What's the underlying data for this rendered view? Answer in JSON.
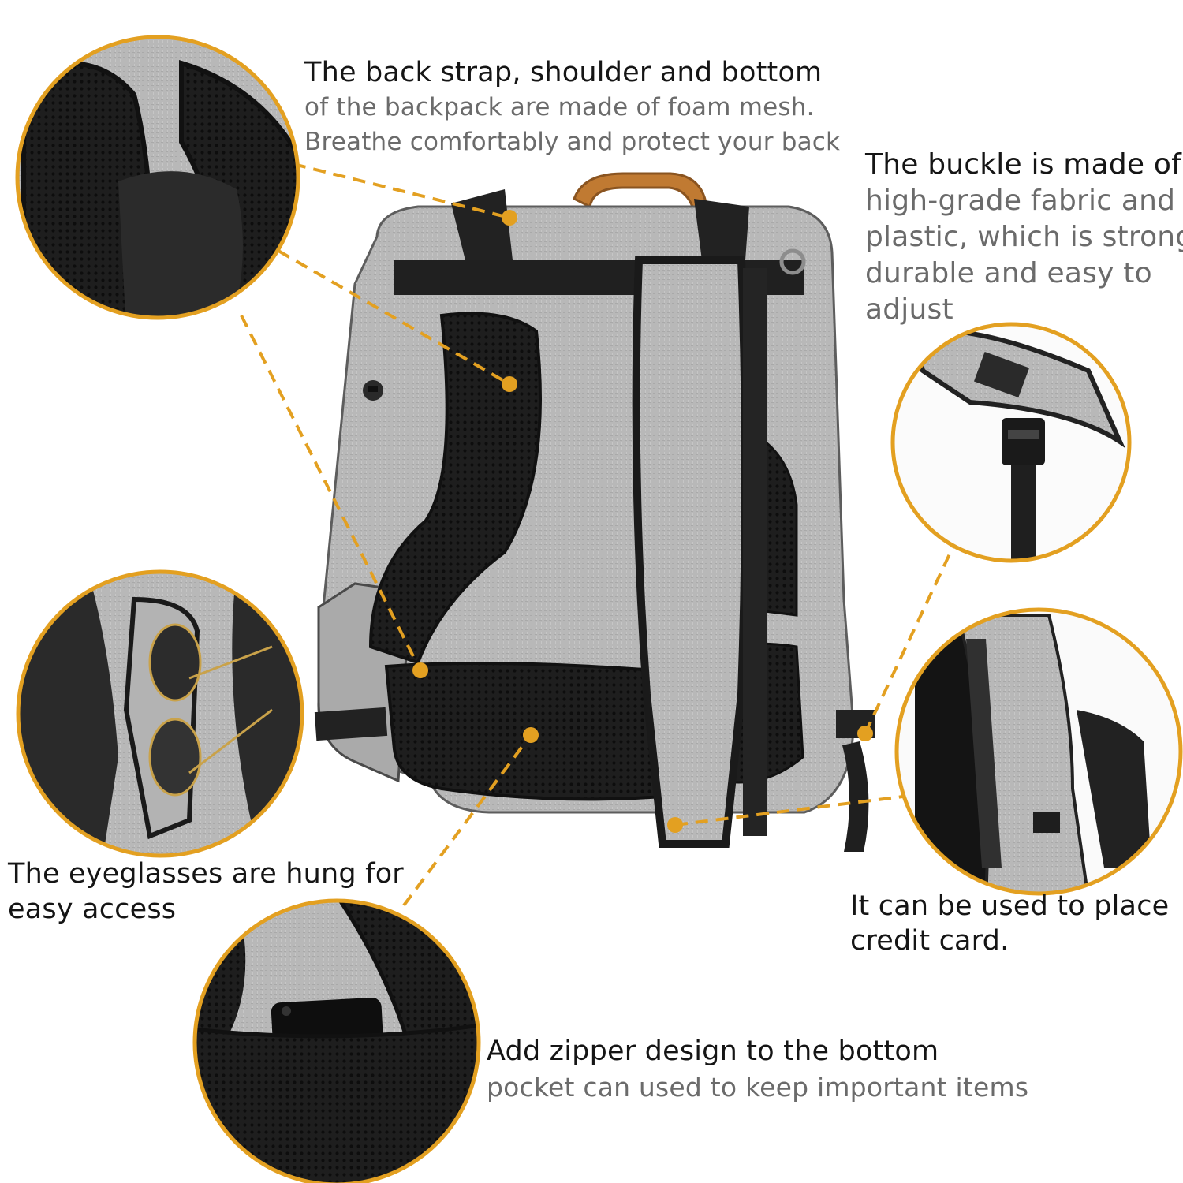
{
  "palette": {
    "accent_orange": "#e3a021",
    "fabric_gray": "#b9b9b9",
    "mesh_black": "#1c1c1c",
    "leather_tan": "#c07a32",
    "text_dark": "#151515",
    "text_gray": "#6b6b6b",
    "background": "#ffffff"
  },
  "captions": {
    "strap": {
      "line1": "The back strap, shoulder and bottom",
      "line2": "of the backpack are made of foam mesh.",
      "line3": "Breathe comfortably and protect your back"
    },
    "buckle": {
      "line1": "The buckle is made of",
      "line2": "high-grade fabric and",
      "line3": "plastic, which is strong",
      "line4": "durable and easy to",
      "line5": "adjust"
    },
    "glasses": {
      "line1": "The eyeglasses are hung for",
      "line2": "easy access"
    },
    "card": {
      "line1": "It can be used to place",
      "line2": "credit card."
    },
    "zipper": {
      "line1": "Add zipper design to the bottom",
      "line2": "pocket can used to keep important items"
    }
  },
  "detail_views": [
    {
      "name": "foam mesh shoulder strap close-up"
    },
    {
      "name": "buckle close-up"
    },
    {
      "name": "eyeglasses hanging on strap close-up"
    },
    {
      "name": "side card pocket close-up"
    },
    {
      "name": "bottom zipper pocket with phone close-up"
    }
  ],
  "icons": [
    "callout-dot",
    "dashed-leader-line",
    "usb-port-icon"
  ]
}
